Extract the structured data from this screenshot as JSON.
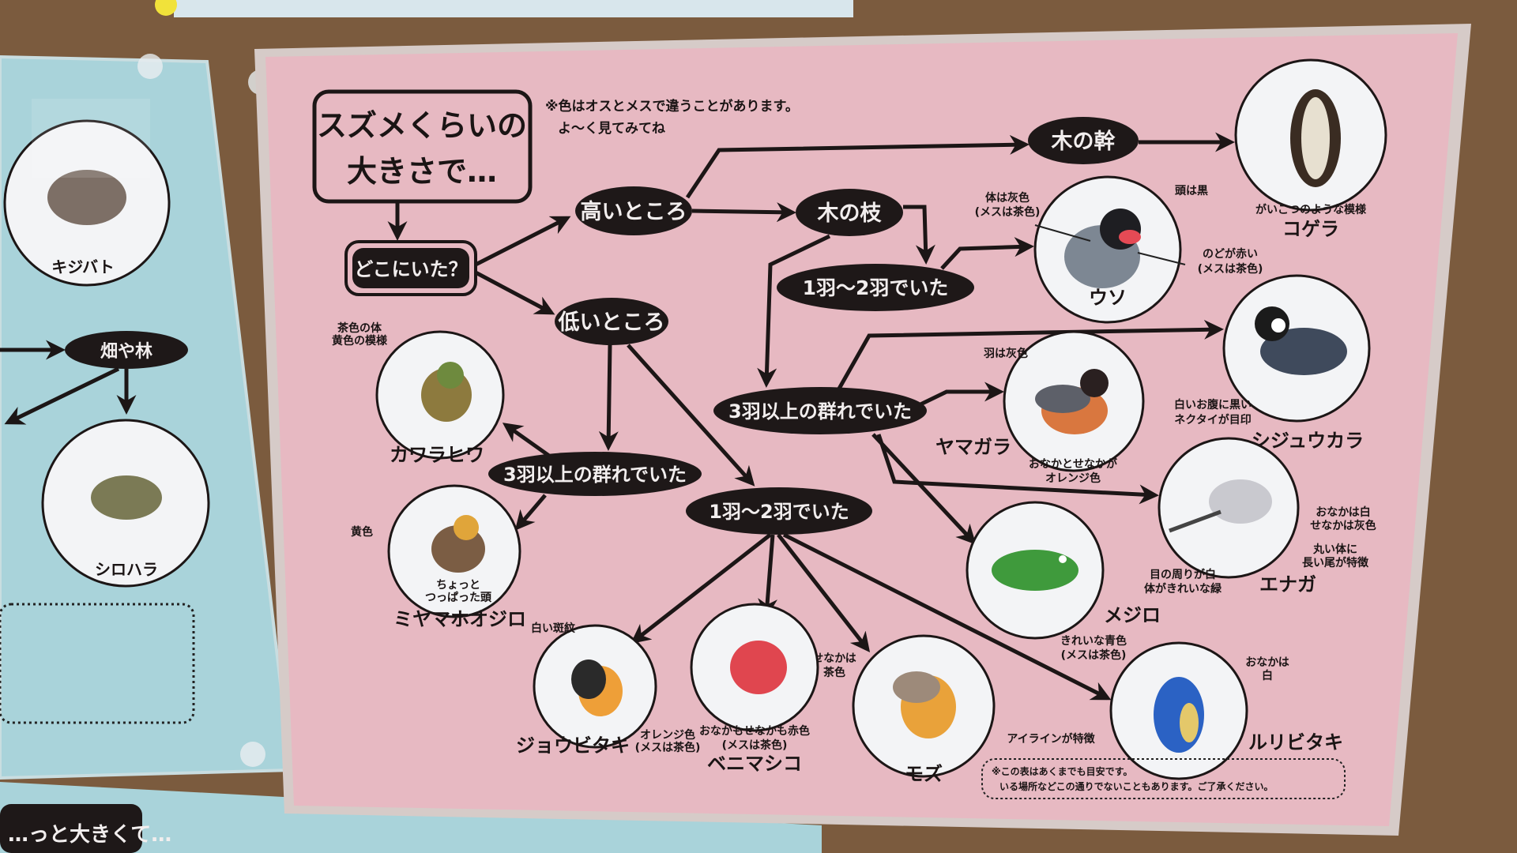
{
  "colors": {
    "poster": "#e7b9c2",
    "left_panel": "#a9d3da",
    "cork": "#7b5b3e",
    "node": "#1e1818"
  },
  "left_panel": {
    "birds": [
      {
        "name": "キジバト"
      },
      {
        "name": "シロハラ"
      }
    ],
    "node": "畑や林",
    "bottom_banner": "…っと大きくて…"
  },
  "poster": {
    "title": [
      "スズメくらいの",
      "大きさで…"
    ],
    "note": [
      "※色はオスとメスで違うことがあります。",
      "よ〜く見てみてね"
    ],
    "start": "どこにいた？",
    "nodes": {
      "high": "高いところ",
      "low": "低いところ",
      "trunk": "木の幹",
      "branch": "木の枝",
      "high_few": "1羽〜2羽でいた",
      "high_flock": "3羽以上の群れでいた",
      "low_flock": "3羽以上の群れでいた",
      "low_few": "1羽〜2羽でいた"
    },
    "birds": {
      "kogera": {
        "name": "コゲラ",
        "notes": [
          "がいこつのような模様"
        ]
      },
      "uso": {
        "name": "ウソ",
        "notes": [
          "体は灰色",
          "(メスは茶色)",
          "頭は黒",
          "のどが赤い",
          "(メスは茶色)"
        ]
      },
      "shijukara": {
        "name": "シジュウカラ",
        "notes": [
          "白いお腹に黒い",
          "ネクタイが目印"
        ]
      },
      "yamagara": {
        "name": "ヤマガラ",
        "notes": [
          "羽は灰色",
          "おなかとせなかが",
          "オレンジ色"
        ]
      },
      "enaga": {
        "name": "エナガ",
        "notes": [
          "おなかは白",
          "せなかは灰色",
          "丸い体に",
          "長い尾が特徴"
        ]
      },
      "mejiro": {
        "name": "メジロ",
        "notes": [
          "目の周りが白",
          "体がきれいな緑"
        ]
      },
      "ruribitaki": {
        "name": "ルリビタキ",
        "notes": [
          "きれいな青色",
          "(メスは茶色)",
          "おなかは",
          "白"
        ]
      },
      "mozu": {
        "name": "モズ",
        "notes": [
          "せなかは",
          "茶色",
          "アイラインが特徴"
        ]
      },
      "benimashiko": {
        "name": "ベニマシコ",
        "notes": [
          "おなかもせなかも赤色",
          "(メスは茶色)"
        ]
      },
      "joubitaki": {
        "name": "ジョウビタキ",
        "notes": [
          "白い斑紋",
          "オレンジ色",
          "(メスは茶色)"
        ]
      },
      "kawarahiwa": {
        "name": "カワラヒワ",
        "notes": [
          "茶色の体",
          "黄色の模様"
        ]
      },
      "miyamahoojiro": {
        "name": "ミヤマホオジロ",
        "notes": [
          "黄色",
          "ちょっと",
          "つっぱった頭"
        ]
      }
    },
    "footer": [
      "※この表はあくまでも目安です。",
      "いる場所などこの通りでないこともあります。ご了承ください。"
    ]
  }
}
